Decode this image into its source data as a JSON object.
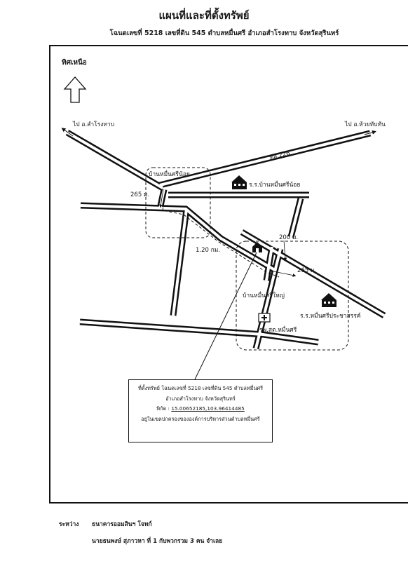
{
  "header": {
    "title": "แผนที่และที่ตั้งทรัพย์",
    "subtitle": "โฉนดเลขที่ 5218 เลขที่ดิน 545 ตำบลหมื่นศรี อำเภอสำโรงทาบ จังหวัดสุรินทร์"
  },
  "map": {
    "north_label": "ทิศเหนือ",
    "road_to_left": "ไป อ.สำโรงทาบ",
    "road_to_right": "ไป อ.ห้วยทับทัน",
    "road_number": "ทล.226",
    "village_small": "บ้านหมื่นศรีน้อย",
    "school_small": "ร.ร.บ้านหมื่นศรีน้อย",
    "dist_265": "265 ม.",
    "dist_120km": "1.20 กม.",
    "dist_200": "200 ม.",
    "dist_265b": "265 ม.",
    "village_big": "บ้านหมื่นศรีใหญ่",
    "school_big": "ร.ร.หมื่นศรีประชาสรรค์",
    "hospital": "รพ.สต.หมื่นศรี"
  },
  "info": {
    "line1": "ที่ตั้งทรัพย์ โฉนดเลขที่ 5218 เลขที่ดิน 545 ตำบลหมื่นศรี",
    "line2": "อำเภอสำโรงทาบ จังหวัดสุรินทร์",
    "coord_label": "พิกัด :",
    "coord_value": "15.00652185,103.96414485",
    "line4": "อยู่ในเขตปกครองขององค์การบริหารส่วนตำบลหมื่นศรี"
  },
  "footer": {
    "label": "ระหว่าง",
    "party1": "ธนาคารออมสินฯ โจทก์",
    "party2": "นายธนพงษ์ สุภาวหา ที่ 1 กับพวกรวม 3 คน จำเลย"
  },
  "colors": {
    "ink": "#1a1a1a",
    "background": "#ffffff"
  }
}
